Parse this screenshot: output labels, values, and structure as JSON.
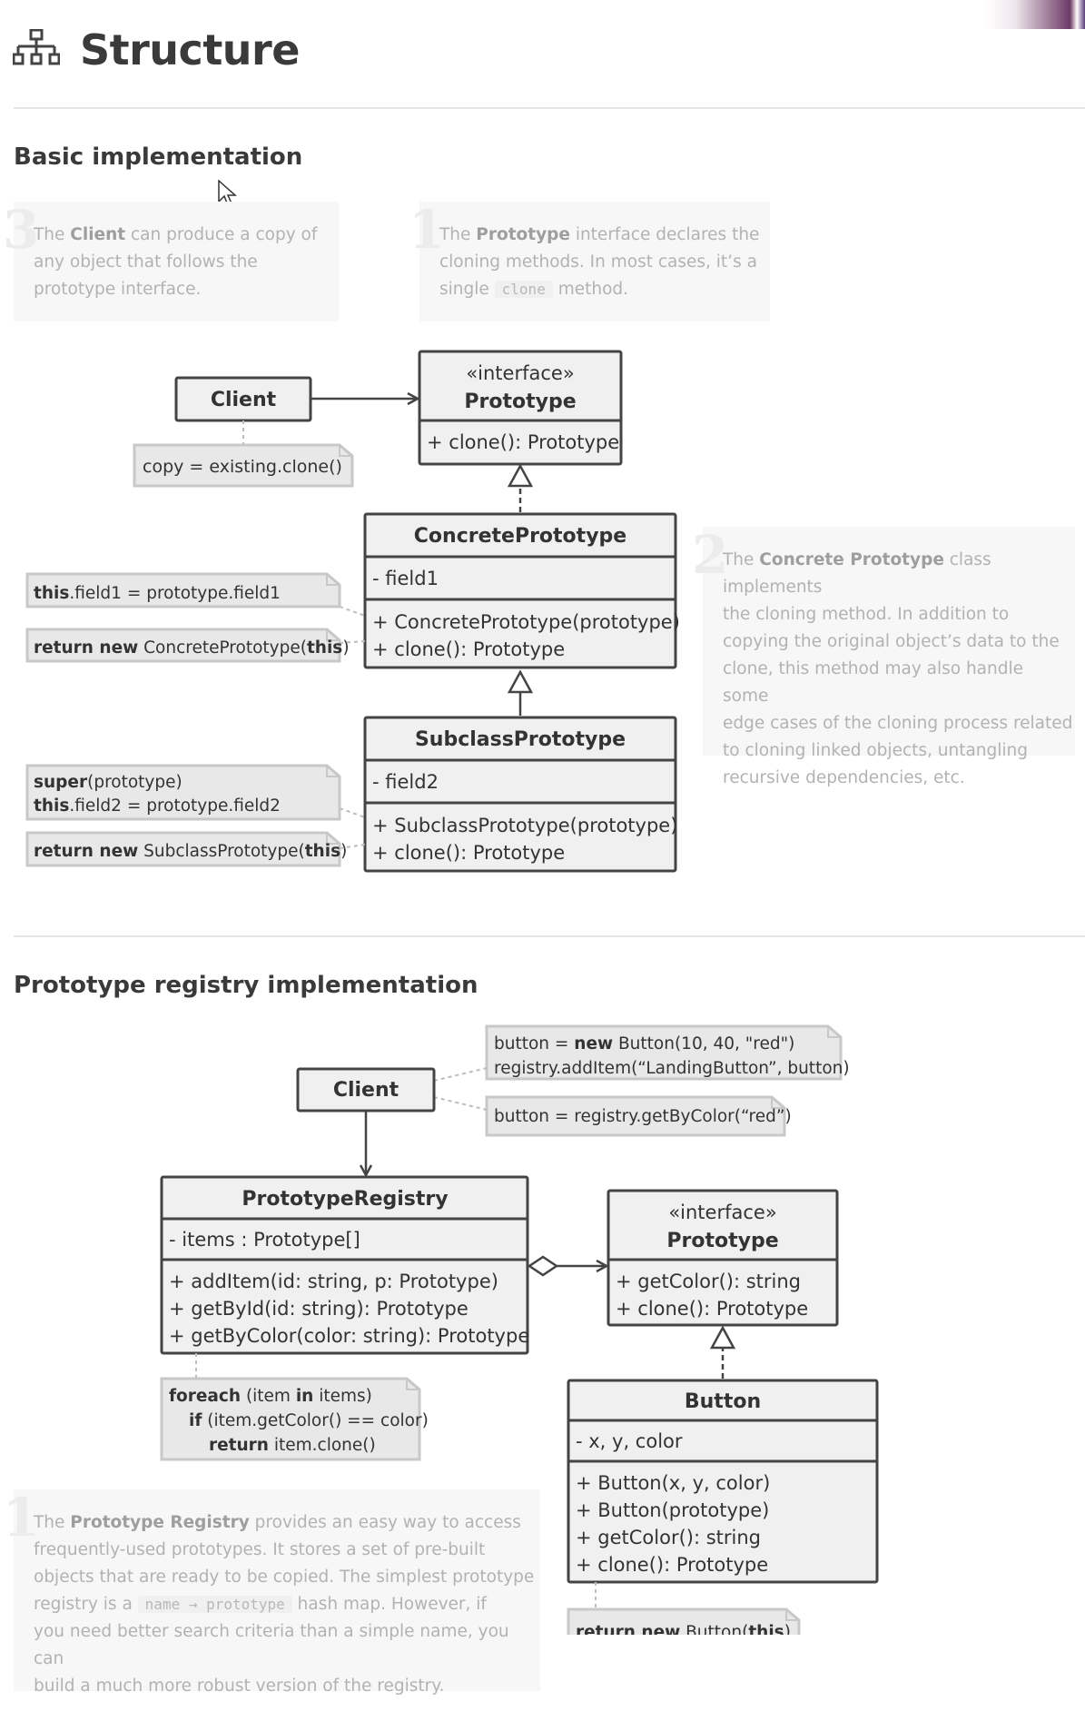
{
  "page": {
    "title": "Structure"
  },
  "sections": {
    "basic": {
      "title": "Basic implementation"
    },
    "registry": {
      "title": "Prototype registry implementation"
    }
  },
  "notes": {
    "client": {
      "num": "3",
      "t1": "The ",
      "b1": "Client",
      "t2": " can produce a copy of",
      "l2": "any object that follows the",
      "l3": "prototype interface."
    },
    "prototype": {
      "num": "1",
      "t1": "The ",
      "b1": "Prototype",
      "t2": " interface declares the",
      "l2": "cloning methods. In most cases, it’s a",
      "l3a": "single ",
      "code": "clone",
      "l3b": " method."
    },
    "concrete": {
      "num": "2",
      "t1": "The ",
      "b1": "Concrete Prototype",
      "t2": " class implements",
      "lines": [
        "the cloning method. In addition to",
        "copying the original object’s data to the",
        "clone, this method may also handle some",
        "edge cases of the cloning process related",
        "to cloning linked objects, untangling",
        "recursive dependencies, etc."
      ]
    },
    "registry": {
      "num": "1",
      "t1": "The ",
      "b1": "Prototype Registry",
      "t2": " provides an easy way to access",
      "l2": "frequently-used prototypes. It stores a set of pre-built",
      "l3": "objects that are ready to be copied. The simplest prototype",
      "l4a": "registry is a ",
      "code": "name → prototype",
      "l4b": " hash map. However, if",
      "l5": "you need better search criteria than a simple name, you can",
      "l6": "build a much more robust version of the registry."
    }
  },
  "diagram1": {
    "client": "Client",
    "client_note": "copy = existing.clone()",
    "prototype": {
      "stereotype": "«interface»",
      "name": "Prototype",
      "methods": [
        "+ clone(): Prototype"
      ]
    },
    "concrete": {
      "name": "ConcretePrototype",
      "fields": [
        "- field1"
      ],
      "methods": [
        "+ ConcretePrototype(prototype)",
        "+ clone(): Prototype"
      ]
    },
    "subclass": {
      "name": "SubclassPrototype",
      "fields": [
        "- field2"
      ],
      "methods": [
        "+ SubclassPrototype(prototype)",
        "+ clone(): Prototype"
      ]
    },
    "code1": {
      "kw": "this",
      "rest": ".field1 = prototype.field1"
    },
    "code2": {
      "kw1": "return new",
      "mid": " ConcretePrototype(",
      "kw2": "this",
      "end": ")"
    },
    "code3a": {
      "kw": "super",
      "rest": "(prototype)"
    },
    "code3b": {
      "kw": "this",
      "rest": ".field2 = prototype.field2"
    },
    "code4": {
      "kw1": "return new",
      "mid": " SubclassPrototype(",
      "kw2": "this",
      "end": ")"
    }
  },
  "diagram2": {
    "client": "Client",
    "note1a": {
      "t1": "button = ",
      "kw": "new",
      "t2": " Button(10, 40, \"red\")"
    },
    "note1b": "registry.addItem(“LandingButton”, button)",
    "note2": "button = registry.getByColor(“red”)",
    "registry": {
      "name": "PrototypeRegistry",
      "fields": [
        "- items : Prototype[]"
      ],
      "methods": [
        "+ addItem(id: string, p: Prototype)",
        "+ getById(id: string): Prototype",
        "+ getByColor(color: string): Prototype"
      ]
    },
    "prototype": {
      "stereotype": "«interface»",
      "name": "Prototype",
      "methods": [
        "+ getColor(): string",
        "+ clone(): Prototype"
      ]
    },
    "button": {
      "name": "Button",
      "fields": [
        "- x, y, color"
      ],
      "methods": [
        "+ Button(x, y, color)",
        "+ Button(prototype)",
        "+ getColor(): string",
        "+ clone(): Prototype"
      ]
    },
    "loop": {
      "l1kw": "foreach",
      "l1a": " (item ",
      "l1kw2": "in",
      "l1b": " items)",
      "l2kw": "if",
      "l2": " (item.getColor() == color)",
      "l3kw": "return",
      "l3": " item.clone()"
    },
    "button_note": {
      "kw1": "return new",
      "mid": " Button(",
      "kw2": "this",
      "end": ")"
    }
  }
}
